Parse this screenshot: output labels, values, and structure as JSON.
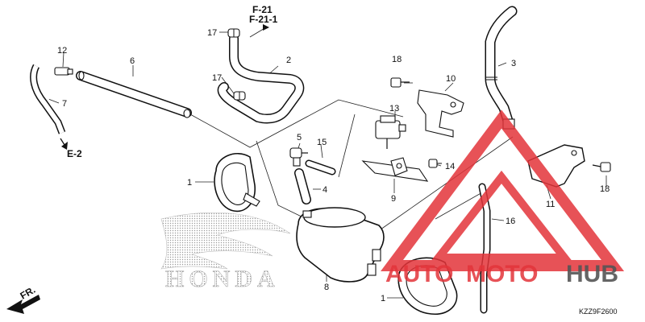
{
  "refs": {
    "f21": "F-21",
    "f211": "F-21-1",
    "e2": "E-2",
    "fr": "FR."
  },
  "callouts": {
    "p1a": "1",
    "p1b": "1",
    "p2": "2",
    "p3": "3",
    "p4": "4",
    "p5": "5",
    "p6": "6",
    "p7": "7",
    "p8": "8",
    "p9": "9",
    "p10": "10",
    "p11": "11",
    "p12": "12",
    "p13": "13",
    "p14": "14",
    "p15": "15",
    "p16": "16",
    "p17a": "17",
    "p17b": "17",
    "p18a": "18",
    "p18b": "18"
  },
  "brand": {
    "honda_wordmark": "HONDA",
    "watermark_auto": "AUTO",
    "watermark_moto": "MOTO",
    "watermark_hub": "HUB"
  },
  "colors": {
    "watermark_red": "#e3343a",
    "watermark_dark": "#555555",
    "line": "#111111"
  },
  "diagram_code": "KZZ9F2600"
}
